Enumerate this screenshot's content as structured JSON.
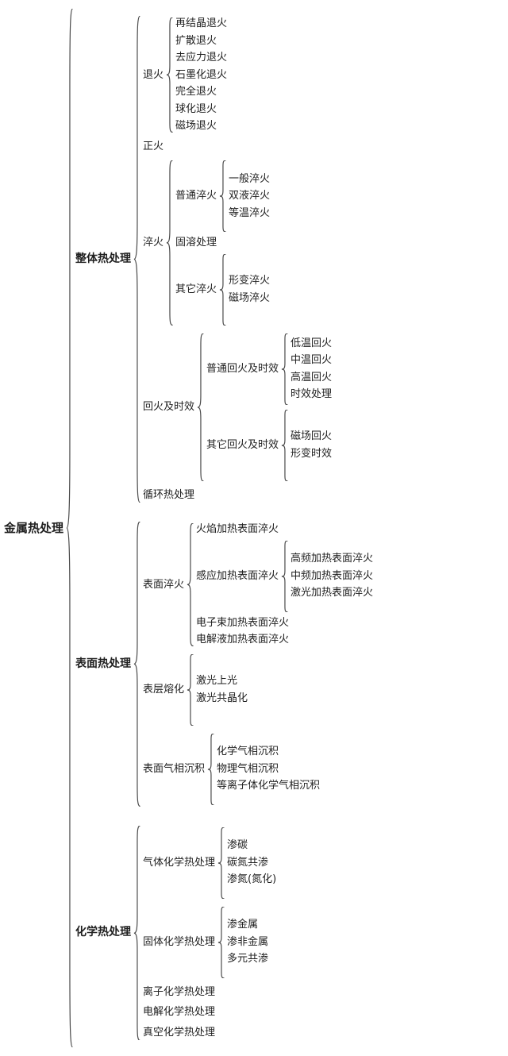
{
  "diagram": {
    "background": "#ffffff",
    "text_color": "#1f1f1f",
    "stroke_color": "#4a4a4a",
    "root": {
      "label": "金属热处理",
      "children": [
        {
          "label": "整体热处理",
          "children": [
            {
              "label": "退火",
              "children": [
                {
                  "label": "再结晶退火"
                },
                {
                  "label": "扩散退火"
                },
                {
                  "label": "去应力退火"
                },
                {
                  "label": "石墨化退火"
                },
                {
                  "label": "完全退火"
                },
                {
                  "label": "球化退火"
                },
                {
                  "label": "磁场退火"
                }
              ]
            },
            {
              "label": "正火"
            },
            {
              "label": "淬火",
              "children": [
                {
                  "label": "普通淬火",
                  "children": [
                    {
                      "label": "一般淬火"
                    },
                    {
                      "label": "双液淬火"
                    },
                    {
                      "label": "等温淬火"
                    }
                  ]
                },
                {
                  "label": "固溶处理"
                },
                {
                  "label": "其它淬火",
                  "children": [
                    {
                      "label": "形变淬火"
                    },
                    {
                      "label": "磁场淬火"
                    }
                  ]
                }
              ]
            },
            {
              "label": "回火及时效",
              "children": [
                {
                  "label": "普通回火及时效",
                  "children": [
                    {
                      "label": "低温回火"
                    },
                    {
                      "label": "中温回火"
                    },
                    {
                      "label": "高温回火"
                    },
                    {
                      "label": "时效处理"
                    }
                  ]
                },
                {
                  "label": "其它回火及时效",
                  "children": [
                    {
                      "label": "磁场回火"
                    },
                    {
                      "label": "形变时效"
                    }
                  ]
                }
              ]
            },
            {
              "label": "循环热处理"
            }
          ]
        },
        {
          "label": "表面热处理",
          "children": [
            {
              "label": "表面淬火",
              "children": [
                {
                  "label": "火焰加热表面淬火"
                },
                {
                  "label": "感应加热表面淬火",
                  "children": [
                    {
                      "label": "高频加热表面淬火"
                    },
                    {
                      "label": "中频加热表面淬火"
                    },
                    {
                      "label": "激光加热表面淬火"
                    }
                  ]
                },
                {
                  "label": "电子束加热表面淬火"
                },
                {
                  "label": "电解液加热表面淬火"
                }
              ]
            },
            {
              "label": "表层熔化",
              "children": [
                {
                  "label": "激光上光"
                },
                {
                  "label": "激光共晶化"
                }
              ]
            },
            {
              "label": "表面气相沉积",
              "children": [
                {
                  "label": "化学气相沉积"
                },
                {
                  "label": "物理气相沉积"
                },
                {
                  "label": "等离子体化学气相沉积"
                }
              ]
            }
          ]
        },
        {
          "label": "化学热处理",
          "children": [
            {
              "label": "气体化学热处理",
              "children": [
                {
                  "label": "渗碳"
                },
                {
                  "label": "碳氮共渗"
                },
                {
                  "label": "渗氮(氮化)"
                }
              ]
            },
            {
              "label": "固体化学热处理",
              "children": [
                {
                  "label": "渗金属"
                },
                {
                  "label": "渗非金属"
                },
                {
                  "label": "多元共渗"
                }
              ]
            },
            {
              "label": "离子化学热处理"
            },
            {
              "label": "电解化学热处理"
            },
            {
              "label": "真空化学热处理"
            }
          ]
        }
      ]
    }
  }
}
